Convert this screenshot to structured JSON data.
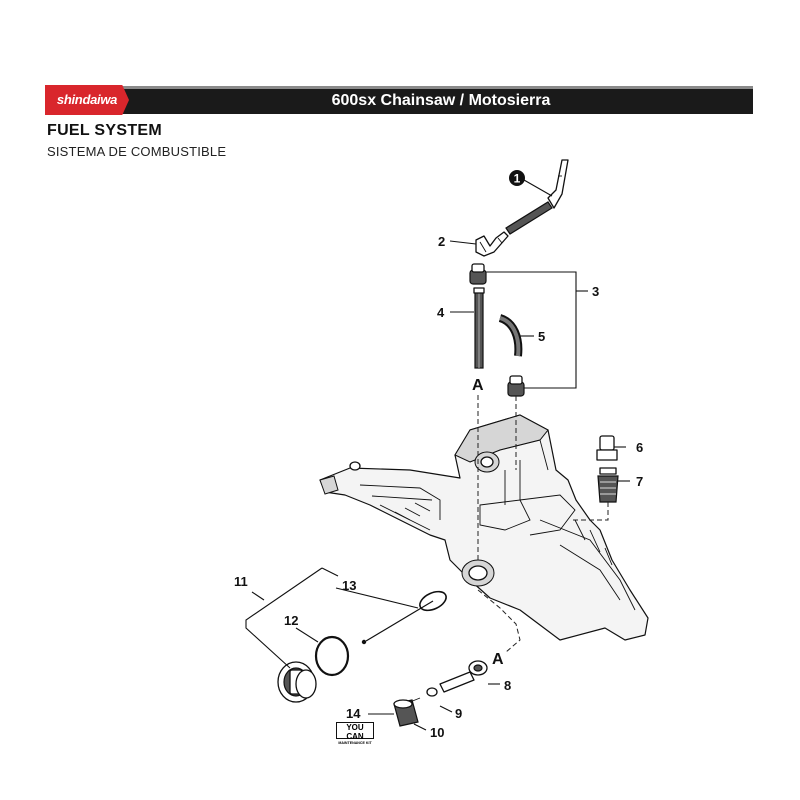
{
  "header": {
    "brand": "shindaiwa",
    "title": "600sx Chainsaw / Motosierra"
  },
  "section": {
    "title": "FUEL SYSTEM",
    "subtitle": "SISTEMA DE COMBUSTIBLE"
  },
  "callouts": [
    "1",
    "2",
    "3",
    "4",
    "5",
    "6",
    "7",
    "8",
    "9",
    "10",
    "11",
    "12",
    "13",
    "14"
  ],
  "connector_label": "A",
  "kit_badge": {
    "line1": "YOU CAN",
    "line2": "MAINTENANCE KIT"
  },
  "colors": {
    "brand_red": "#d9262c",
    "header_bar": "#1a1a1a"
  }
}
